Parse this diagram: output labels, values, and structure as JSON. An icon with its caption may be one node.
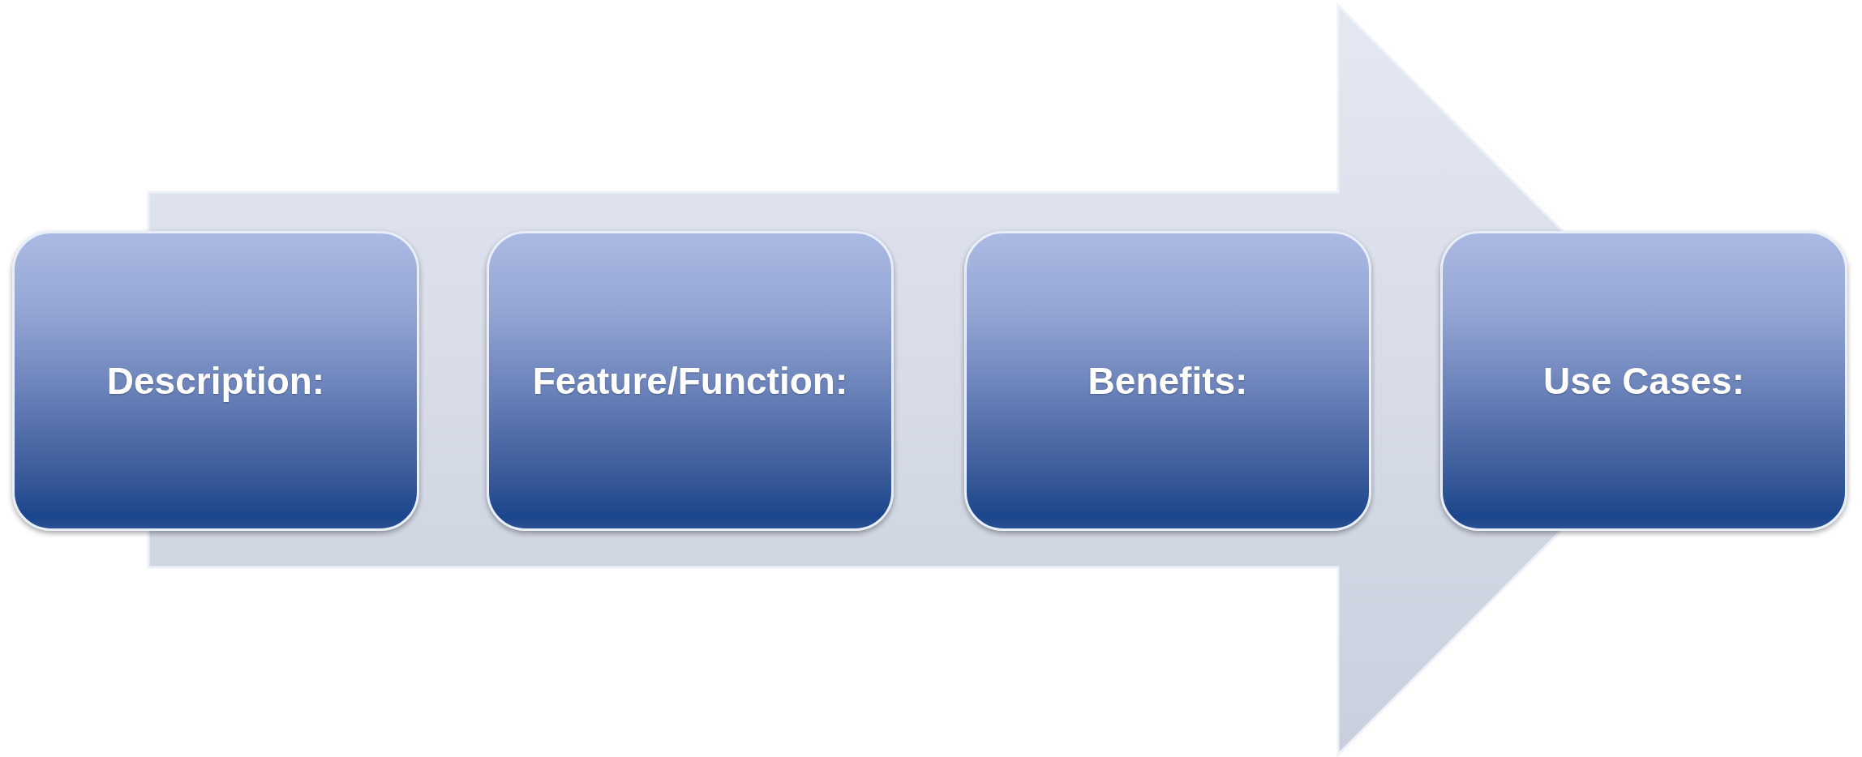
{
  "diagram": {
    "nodes": [
      {
        "text": [
          "Description:"
        ]
      },
      {
        "text": [
          "Feature/Function:"
        ]
      },
      {
        "text": [
          "Benefits:"
        ]
      },
      {
        "text": [
          "Use Cases:"
        ]
      }
    ],
    "edges": [
      {
        "from": 0,
        "to": 3,
        "arrow": "to"
      }
    ]
  }
}
